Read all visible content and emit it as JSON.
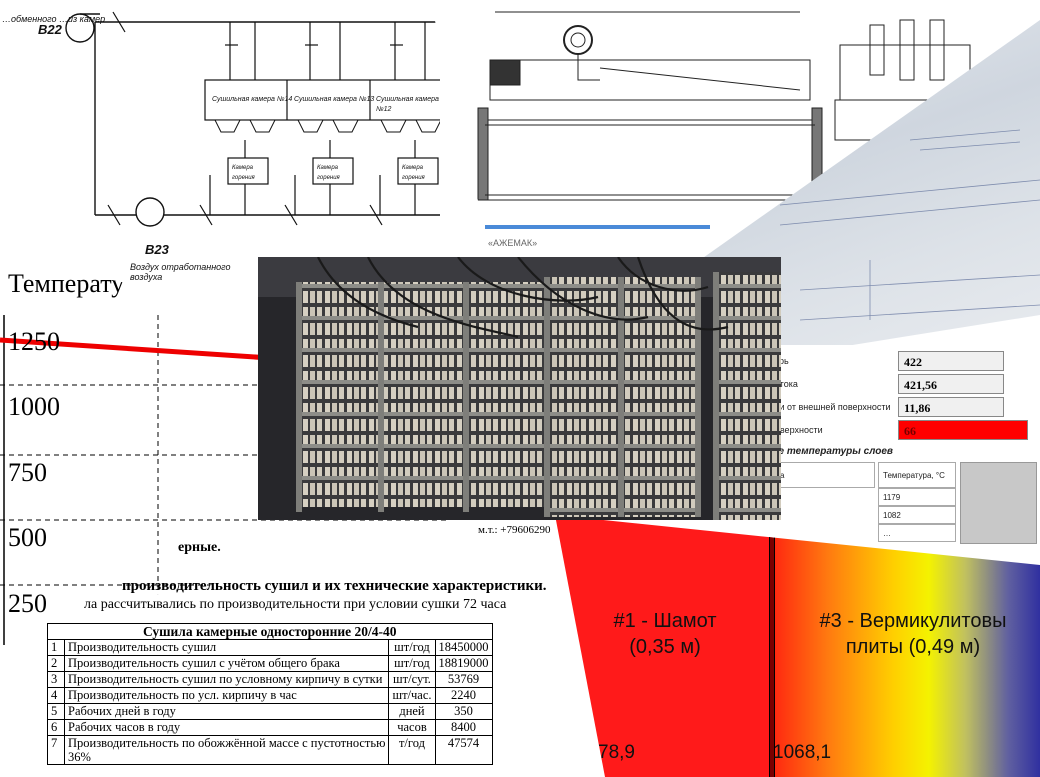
{
  "scheme": {
    "fan_top": "B22",
    "fan_bottom": "B23",
    "fan_top_caption": "…обменного\n…из камер",
    "fan_bottom_caption": "Воздух отработанного\nвоздуха",
    "chambers": [
      "Сушильная камера №14",
      "Сушильная камера №13",
      "Сушильная камера №12"
    ],
    "heat_chambers": [
      "Камера горения",
      "Камера горения",
      "Камера горения"
    ]
  },
  "drawing": {
    "firm": "«АЖЕМАК»"
  },
  "thermo": {
    "rows": [
      {
        "label": "терь",
        "value": "422"
      },
      {
        "label": "потока",
        "value": "421,56"
      },
      {
        "label": "ачи от внешней поверхности",
        "value": "11,86"
      },
      {
        "label": "поверхности",
        "value": "66"
      }
    ],
    "subtitle": "ые температуры слоев",
    "col_header": "Температура, °С",
    "col_first": "а",
    "temps": [
      "1179",
      "1082",
      "…"
    ],
    "alert_color": "#ff0000"
  },
  "temp_chart": {
    "title": "Температу",
    "ticks": [
      "1250",
      "1000",
      "750",
      "500",
      "250"
    ]
  },
  "doc": {
    "contact": "м.т.: +79606290",
    "frag_heading1": "ерные.",
    "frag_heading2": "производительность сушил и их технические характеристики.",
    "frag_text": "ла рассчитывались по производительности при условии сушки 72 часа",
    "table_title": "Сушила камерные односторонние 20/4-40",
    "rows": [
      {
        "n": "1",
        "name": "Производительность сушил",
        "unit": "шт/год",
        "value": "18450000"
      },
      {
        "n": "2",
        "name": "Производительность сушил с учётом общего брака",
        "unit": "шт/год",
        "value": "18819000"
      },
      {
        "n": "3",
        "name": "Производительность сушил по условному кирпичу в сутки",
        "unit": "шт/сут.",
        "value": "53769"
      },
      {
        "n": "4",
        "name": "Производительность по усл. кирпичу в час",
        "unit": "шт/час.",
        "value": "2240"
      },
      {
        "n": "5",
        "name": "Рабочих дней в году",
        "unit": "дней",
        "value": "350"
      },
      {
        "n": "6",
        "name": "Рабочих часов в году",
        "unit": "часов",
        "value": "8400"
      },
      {
        "n": "7",
        "name": "Производительность по обожжённой массе с пустотностью",
        "unit": "т/год",
        "value": "47574"
      }
    ],
    "row7_wrap": "36%"
  },
  "layers": {
    "left_label_1": "#1 - Шамот",
    "left_label_2": "(0,35 м)",
    "right_label_1": "#3 - Вермикулитовы",
    "right_label_2": "плиты (0,49 м)",
    "left_value": "78,9",
    "right_value": "1068,1"
  }
}
